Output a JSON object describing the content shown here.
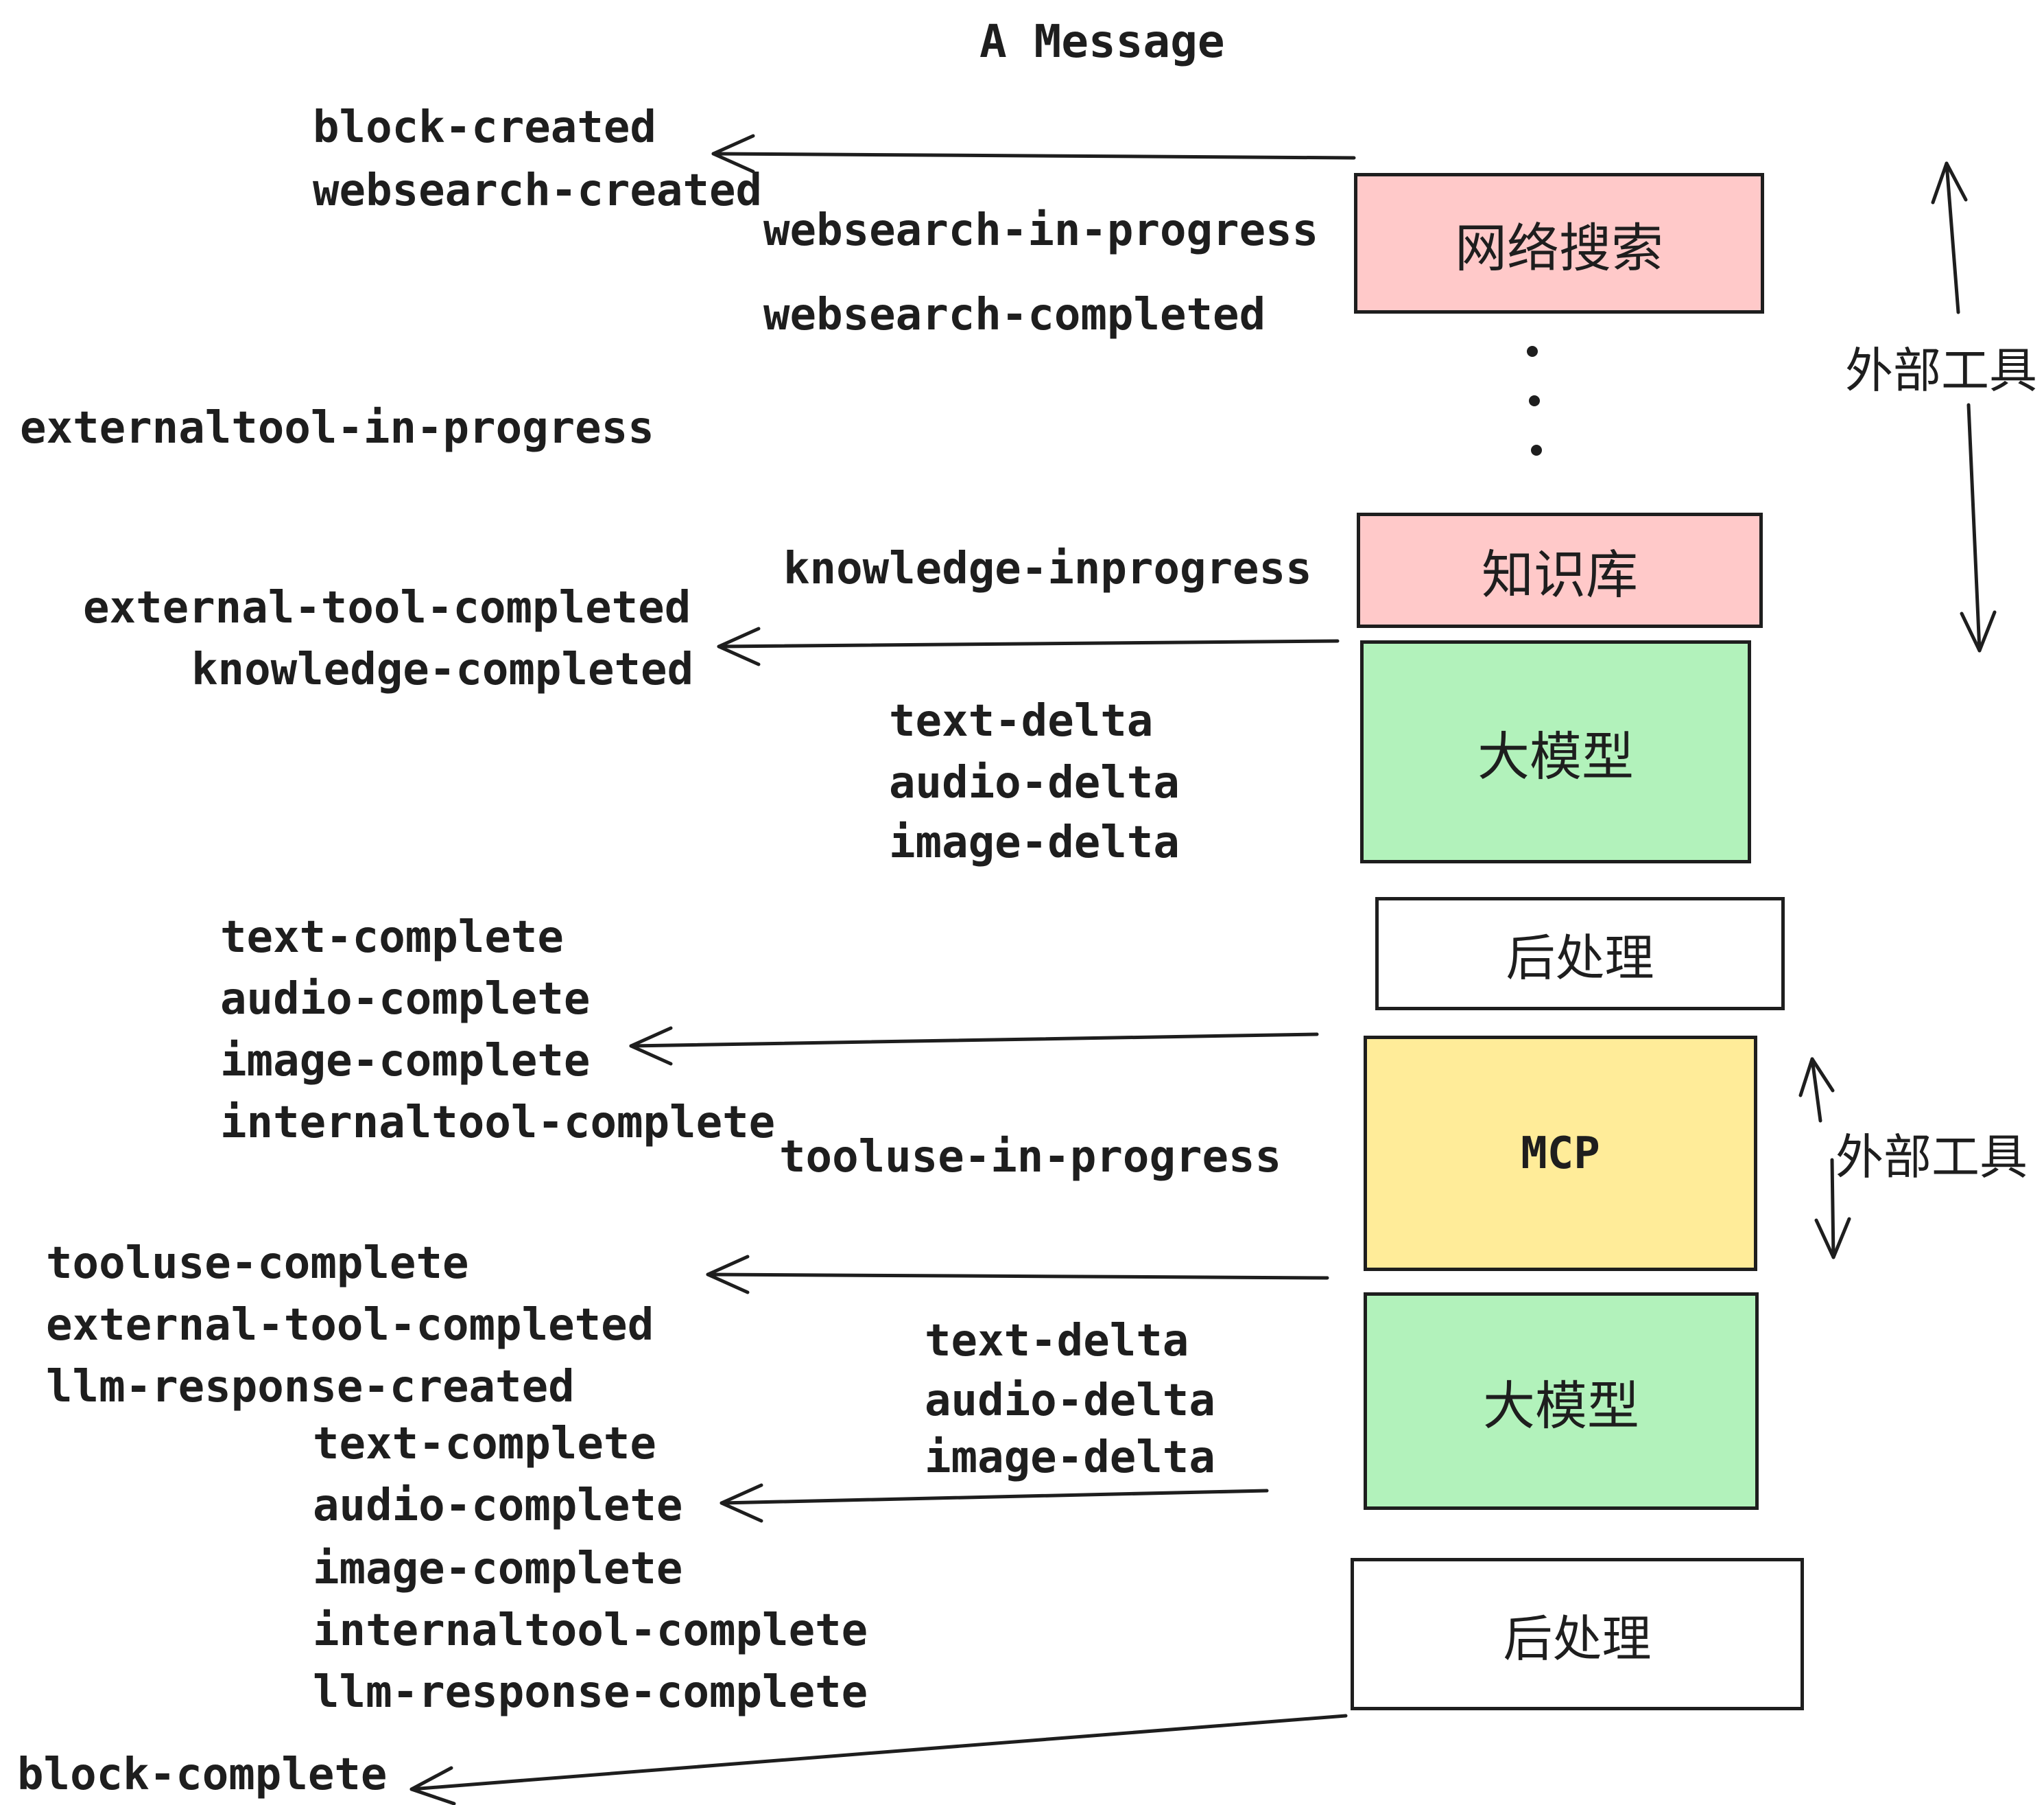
{
  "title": "A Message",
  "colors": {
    "stroke": "#1e1e1e",
    "pink": "#ffc9c9",
    "green": "#b2f2bb",
    "yellow": "#ffec99",
    "white": "#ffffff"
  },
  "events": {
    "block_created": "block-created",
    "websearch_created": "websearch-created",
    "websearch_in_progress": "websearch-in-progress",
    "websearch_completed": "websearch-completed",
    "externaltool_in_progress": "externaltool-in-progress",
    "knowledge_inprogress": "knowledge-inprogress",
    "external_tool_completed": "external-tool-completed",
    "knowledge_completed": "knowledge-completed",
    "text_delta": "text-delta",
    "audio_delta": "audio-delta",
    "image_delta": "image-delta",
    "text_complete": "text-complete",
    "audio_complete": "audio-complete",
    "image_complete": "image-complete",
    "internaltool_complete": "internaltool-complete",
    "tooluse_in_progress": "tooluse-in-progress",
    "tooluse_complete": "tooluse-complete",
    "llm_response_created": "llm-response-created",
    "llm_response_complete": "llm-response-complete",
    "block_complete": "block-complete"
  },
  "boxes": {
    "websearch": "网络搜索",
    "knowledge": "知识库",
    "llm": "大模型",
    "post": "后处理",
    "mcp": "MCP"
  },
  "side_labels": {
    "external_tools": "外部工具"
  }
}
